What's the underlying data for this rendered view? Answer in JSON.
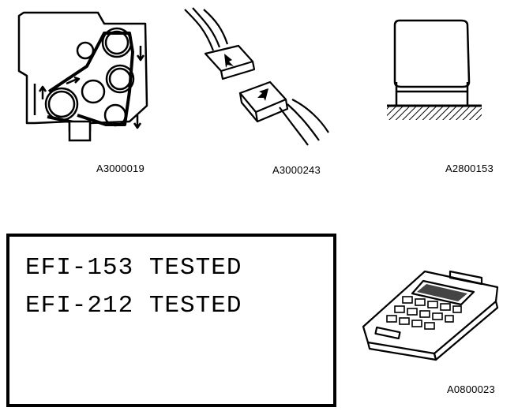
{
  "figures": [
    {
      "name": "belt-drive",
      "icon": "belt-pulley-icon",
      "code": "A3000019"
    },
    {
      "name": "connector",
      "icon": "connector-icon",
      "code": "A3000243"
    },
    {
      "name": "block",
      "icon": "block-icon",
      "code": "A2800153"
    },
    {
      "name": "tester",
      "icon": "handheld-tester-icon",
      "code": "A0800023"
    }
  ],
  "screen": {
    "lines": [
      "EFI-153 TESTED",
      "EFI-212 TESTED"
    ]
  }
}
